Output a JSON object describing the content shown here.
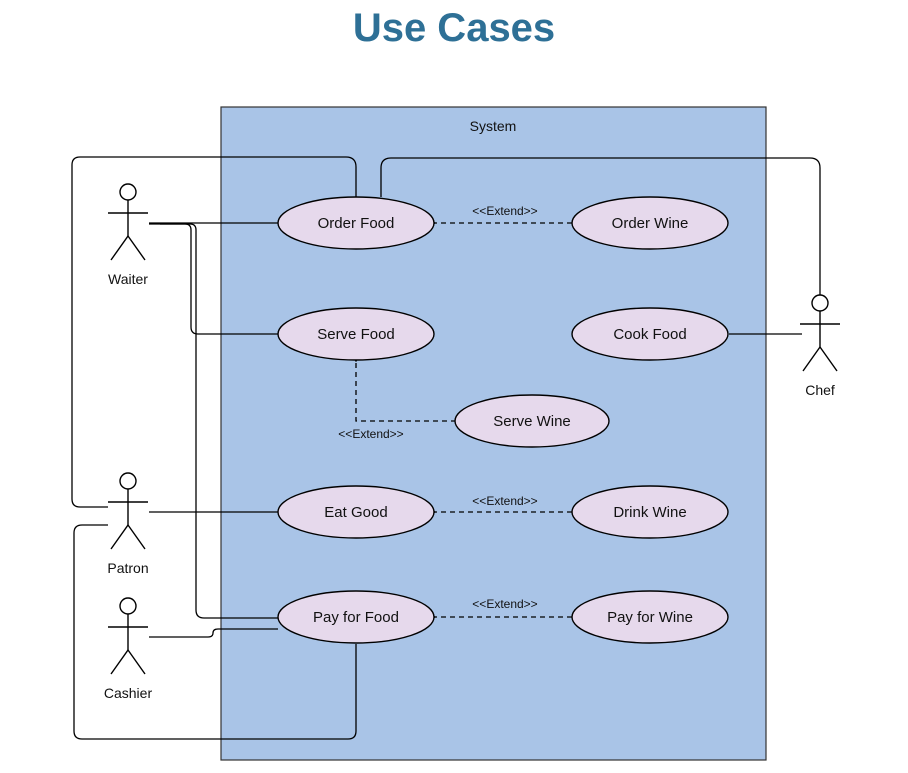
{
  "title": "Use Cases",
  "system": {
    "label": "System",
    "fill": "#a9c4e7"
  },
  "actors": {
    "waiter": "Waiter",
    "patron": "Patron",
    "cashier": "Cashier",
    "chef": "Chef"
  },
  "use_cases": {
    "order_food": "Order Food",
    "order_wine": "Order Wine",
    "serve_food": "Serve Food",
    "cook_food": "Cook Food",
    "serve_wine": "Serve Wine",
    "eat_good": "Eat Good",
    "drink_wine": "Drink Wine",
    "pay_food": "Pay for Food",
    "pay_wine": "Pay for Wine"
  },
  "extend_label": "<<Extend>>",
  "colors": {
    "title": "#2e7096",
    "use_case_fill": "#e6d9ec",
    "line": "#000000"
  }
}
